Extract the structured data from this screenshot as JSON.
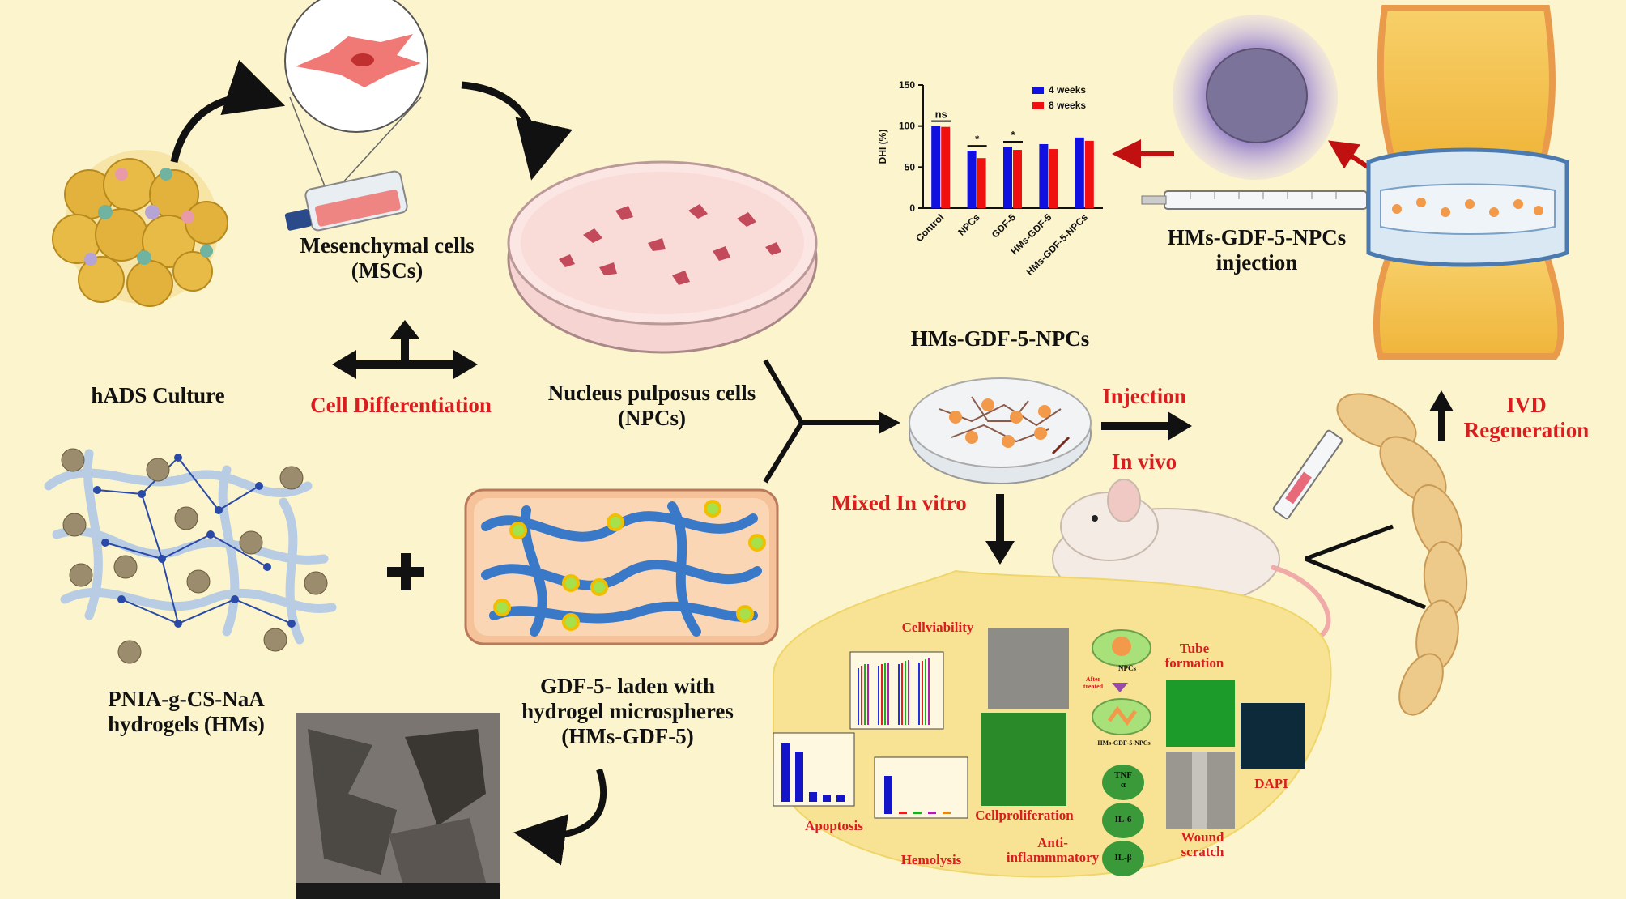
{
  "labels": {
    "mscs_line1": "Mesenchymal cells",
    "mscs_line2": "(MSCs)",
    "hads": "hADS Culture",
    "cell_diff": "Cell Differentiation",
    "npcs_line1": "Nucleus pulposus cells",
    "npcs_line2": "(NPCs)",
    "hms_gdf5_npcs": "HMs-GDF-5-NPCs",
    "mixed": "Mixed In vitro",
    "injection": "Injection",
    "in_vivo": "In vivo",
    "ivd_line1": "IVD",
    "ivd_line2": "Regeneration",
    "hms_injection_line1": "HMs-GDF-5-NPCs",
    "hms_injection_line2": "injection",
    "pnia_line1": "PNIA-g-CS-NaA",
    "pnia_line2": "hydrogels (HMs)",
    "gdf_line1": "GDF-5- laden with",
    "gdf_line2": "hydrogel microspheres",
    "gdf_line3": "(HMs-GDF-5)",
    "plus": "+"
  },
  "results": {
    "cell_viability": "Cellviability",
    "tube_formation_line1": "Tube",
    "tube_formation_line2": "formation",
    "apoptosis": "Apoptosis",
    "cell_proliferation": "Cellproliferation",
    "hemolysis": "Hemolysis",
    "anti_inflammatory_line1": "Anti-",
    "anti_inflammatory_line2": "inflammmatory",
    "dapi": "DAPI",
    "wound_line1": "Wound",
    "wound_line2": "scratch",
    "after_treated_line1": "After",
    "after_treated_line2": "treated",
    "npcs_dish": "NPCs",
    "hms_dish": "HMs-GDF-5-NPCs",
    "tnf_line1": "TNF",
    "tnf_line2": "α",
    "il6": "IL-6",
    "ilb": "IL-β"
  },
  "chart_data": {
    "type": "bar",
    "title": "",
    "xlabel": "",
    "ylabel": "DHI (%)",
    "ylim": [
      0,
      150
    ],
    "yticks": [
      0,
      50,
      100,
      150
    ],
    "categories": [
      "Control",
      "NPCs",
      "GDF-5",
      "HMs-GDF-5",
      "HMs-GDF-5-NPCs"
    ],
    "series": [
      {
        "name": "4 weeks",
        "color": "#1010e0",
        "values": [
          100,
          70,
          75,
          78,
          86
        ]
      },
      {
        "name": "8 weeks",
        "color": "#f01010",
        "values": [
          99,
          61,
          71,
          72,
          82
        ]
      }
    ],
    "legend": "top-right",
    "annotations": [
      {
        "text": "ns",
        "category": "Control"
      },
      {
        "text": "*",
        "category": "NPCs"
      },
      {
        "text": "*",
        "category": "GDF-5"
      }
    ]
  },
  "colors": {
    "background": "#fcf4cc",
    "highlight_red": "#d81e1e",
    "results_ellipse": "#f7e393"
  }
}
